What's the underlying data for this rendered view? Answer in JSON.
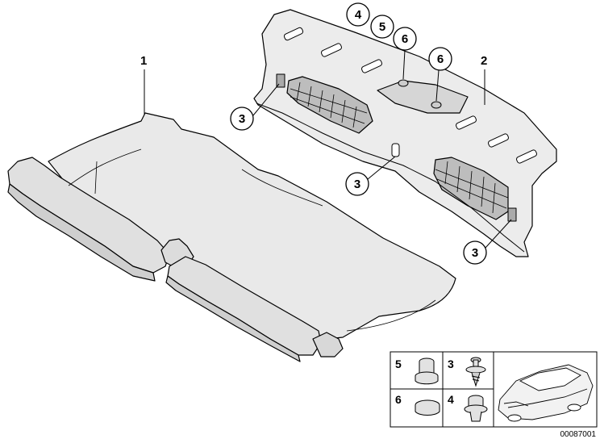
{
  "diagram": {
    "labels": {
      "cover": "1",
      "panel": "2",
      "clip_left": "3",
      "clip_middle": "3",
      "clip_right": "3",
      "top_4": "4",
      "top_5": "5",
      "top_6a": "6",
      "top_6b": "6"
    },
    "legend": {
      "cell_5": "5",
      "cell_3": "3",
      "cell_6": "6",
      "cell_4": "4"
    },
    "diagram_code": "00087001"
  },
  "colors": {
    "line": "#000000",
    "part_fill": "#e8e8e8",
    "shadow_fill": "#cfcfcf",
    "background": "#ffffff"
  }
}
